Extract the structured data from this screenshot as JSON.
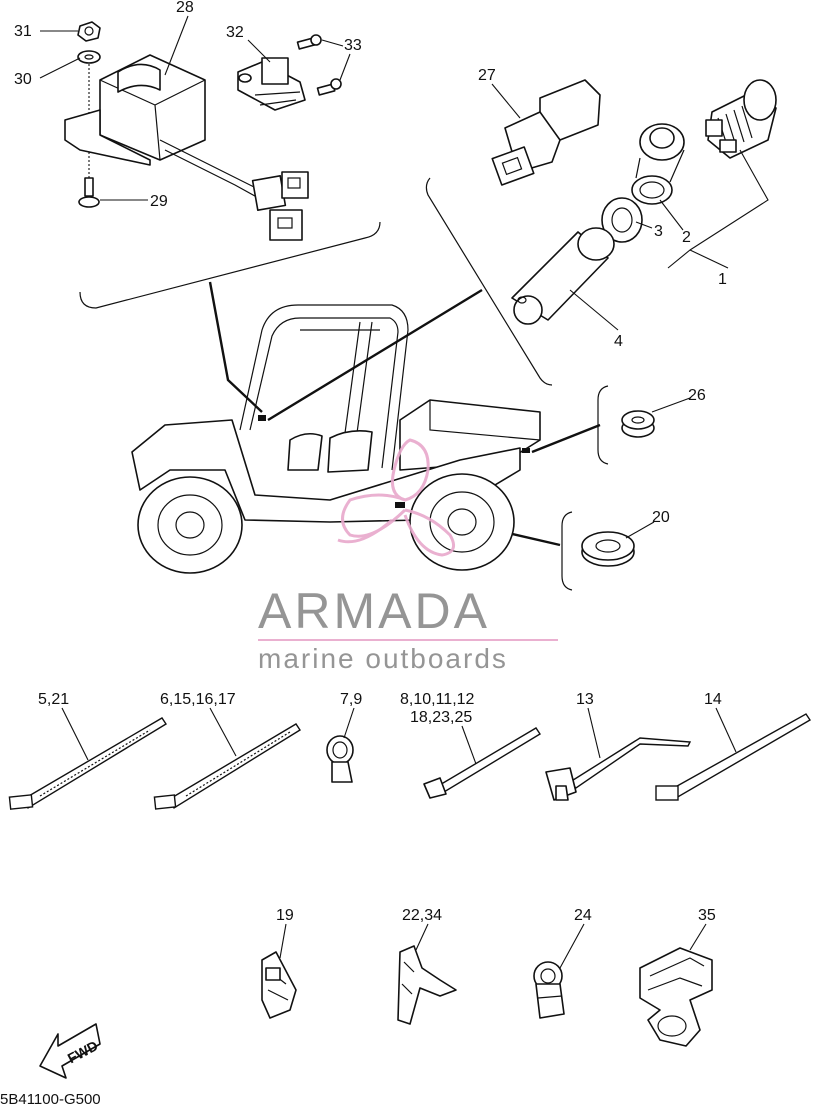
{
  "callouts": {
    "c31": "31",
    "c30": "30",
    "c28": "28",
    "c29": "29",
    "c32": "32",
    "c33": "33",
    "c27": "27",
    "c2": "2",
    "c3": "3",
    "c1": "1",
    "c4": "4",
    "c26": "26",
    "c20": "20",
    "c5_21": "5,21",
    "c6_15": "6,15,16,17",
    "c7_9": "7,9",
    "c8_12": "8,10,11,12",
    "c18_25": "18,23,25",
    "c13": "13",
    "c14": "14",
    "c19": "19",
    "c22_34": "22,34",
    "c24": "24",
    "c35": "35"
  },
  "fwd_label": "FWD",
  "drawing_code": "5B41100-G500",
  "watermark": {
    "brand": "ARMADA",
    "tagline": "marine outboards",
    "logo_color": "#e8a8cc",
    "text_color": "#8a8a8a"
  }
}
